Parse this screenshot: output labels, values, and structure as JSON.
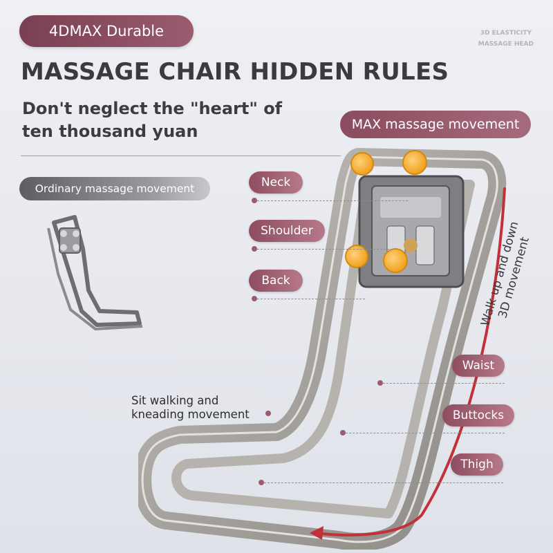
{
  "badge": {
    "label": "4DMAX Durable"
  },
  "corner_note": {
    "line1": "3D ELASTICITY",
    "line2": "MASSAGE HEAD"
  },
  "headline": "MASSAGE CHAIR HIDDEN RULES",
  "subline": {
    "line1": "Don't neglect the \"heart\" of",
    "line2": "ten thousand yuan"
  },
  "max_label": "MAX massage movement",
  "ordinary_label": "Ordinary massage movement",
  "body_parts": [
    "Neck",
    "Shoulder",
    "Back",
    "Waist",
    "Buttocks",
    "Thigh"
  ],
  "sit_label": {
    "line1": "Sit walking and",
    "line2": "kneading movement"
  },
  "vertical_label": {
    "line1": "Walk up and down",
    "line2": "3D movement"
  },
  "colors": {
    "accent": "#9a5c6e",
    "accent_dark": "#7a3f52",
    "text": "#3b3a3e",
    "arrow": "#c2313a"
  }
}
